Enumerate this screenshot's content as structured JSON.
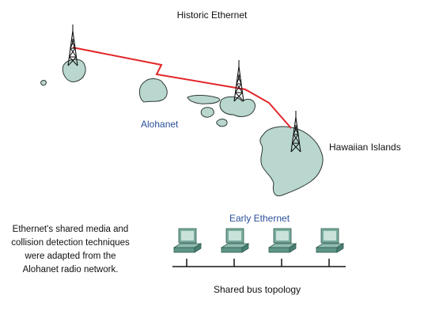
{
  "title": "Historic Ethernet",
  "labels": {
    "alohanet": "Alohanet",
    "islands": "Hawaiian Islands",
    "early_ethernet": "Early Ethernet",
    "bus_topology": "Shared bus topology"
  },
  "caption": "Ethernet's shared media and collision detection techniques were adapted from the Alohanet radio network.",
  "colors": {
    "island_fill": "#b9d7cf",
    "island_stroke": "#2d3a37",
    "radio_link": "#e3262a",
    "label_blue": "#2a4f9a",
    "computer_body": "#79ac9e",
    "computer_screen": "#c9e2da"
  },
  "icons": [
    "radio-tower-icon",
    "computer-icon"
  ],
  "computers_count": 4,
  "towers_count": 3
}
